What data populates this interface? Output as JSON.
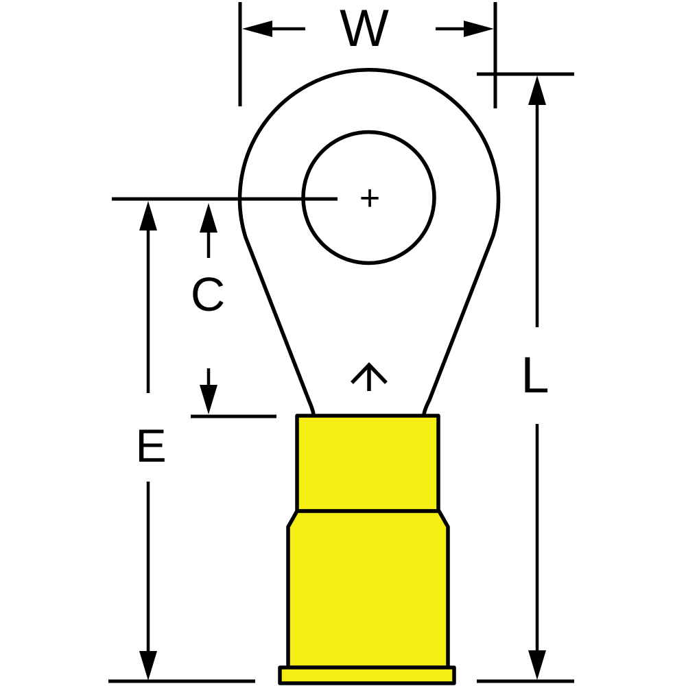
{
  "diagram": {
    "dimension_labels": {
      "w": "W",
      "c": "C",
      "e": "E",
      "l": "L"
    },
    "symbols": {
      "hole_center_mark": "+",
      "indent_arrow": "up-arrow"
    },
    "colors": {
      "insulation": "#f6ed15",
      "line": "#000000",
      "background": "#ffffff"
    }
  }
}
